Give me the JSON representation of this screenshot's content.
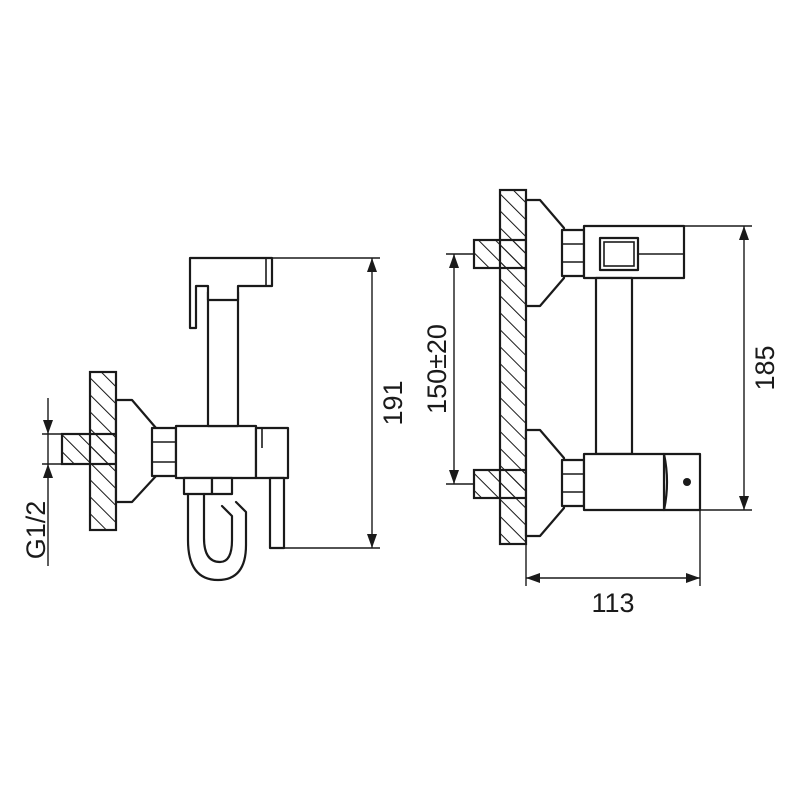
{
  "dimensions": {
    "side_total_height": "191",
    "thread_size": "G1/2",
    "inlet_spacing": "150±20",
    "front_height": "185",
    "front_depth": "113"
  },
  "colors": {
    "line": "#1a1a1a",
    "background": "#ffffff"
  }
}
